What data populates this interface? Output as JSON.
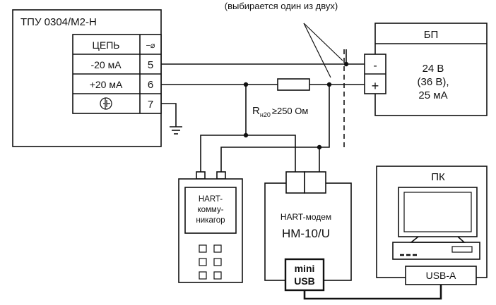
{
  "note": "(выбирается один из двух)",
  "transmitter": {
    "title": "ТПУ 0304/М2-Н",
    "header_left": "ЦЕПЬ",
    "header_right": "−⌀",
    "rows": [
      {
        "label": "-20 мА",
        "pin": "5"
      },
      {
        "label": "+20 мА",
        "pin": "6"
      },
      {
        "label": "",
        "pin": "7"
      }
    ]
  },
  "power_supply": {
    "title": "БП",
    "minus": "-",
    "plus": "+",
    "lines": [
      "24 В",
      "(36 В),",
      "25 мА"
    ]
  },
  "resistor": {
    "label_main": "R",
    "label_sub": "н20",
    "label_value": "≥250 Ом"
  },
  "communicator": {
    "lines": [
      "HART-",
      "комму-",
      "никагор"
    ]
  },
  "modem": {
    "label": "HART-модем",
    "model": "HM-10/U",
    "port_line1": "mini",
    "port_line2": "USB"
  },
  "pc": {
    "title": "ПК",
    "port": "USB-A"
  },
  "colors": {
    "line": "#111111",
    "background": "#ffffff"
  }
}
